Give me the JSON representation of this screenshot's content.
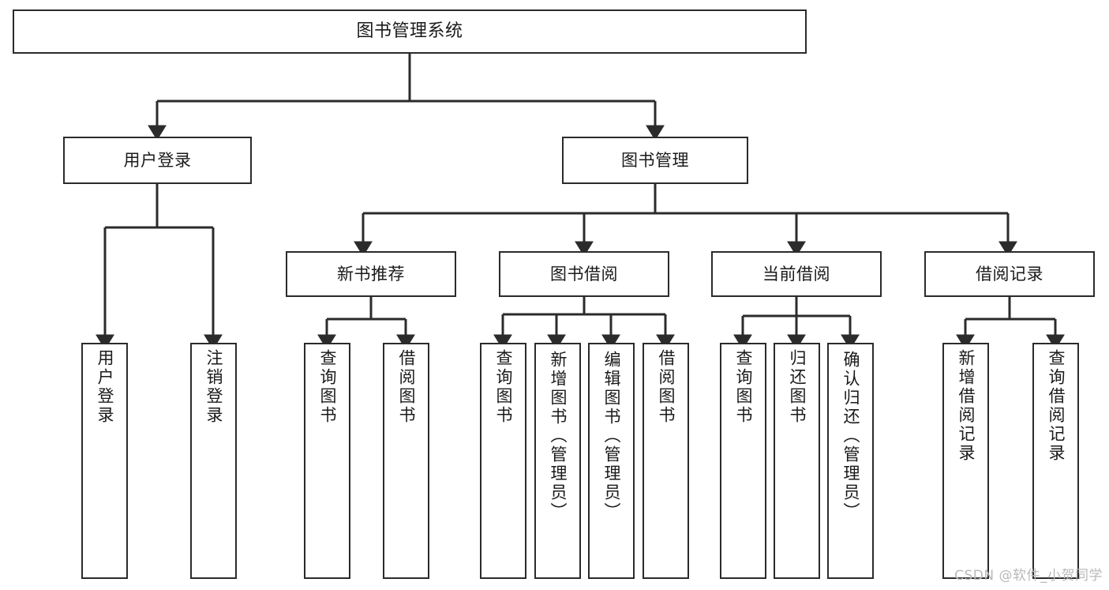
{
  "diagram": {
    "type": "hierarchy-tree",
    "title": "图书管理系统",
    "root": {
      "id": "root",
      "label": "图书管理系统"
    },
    "level1": [
      {
        "id": "user-login",
        "label": "用户登录"
      },
      {
        "id": "book-management",
        "label": "图书管理"
      }
    ],
    "level2": [
      {
        "id": "new-book-recommend",
        "label": "新书推荐",
        "parent": "book-management"
      },
      {
        "id": "book-borrow",
        "label": "图书借阅",
        "parent": "book-management"
      },
      {
        "id": "current-borrow",
        "label": "当前借阅",
        "parent": "book-management"
      },
      {
        "id": "borrow-record",
        "label": "借阅记录",
        "parent": "book-management"
      }
    ],
    "leaves": {
      "user_login": [
        {
          "id": "leaf-user-login",
          "label": "用户登录"
        },
        {
          "id": "leaf-logout-login",
          "label": "注销登录"
        }
      ],
      "new_book_recommend": [
        {
          "id": "leaf-query-book-1",
          "label": "查询图书"
        },
        {
          "id": "leaf-borrow-book-1",
          "label": "借阅图书"
        }
      ],
      "book_borrow": [
        {
          "id": "leaf-query-book-2",
          "label": "查询图书"
        },
        {
          "id": "leaf-add-book",
          "label": "新增图书（管理员）"
        },
        {
          "id": "leaf-edit-book",
          "label": "编辑图书（管理员）"
        },
        {
          "id": "leaf-borrow-book-2",
          "label": "借阅图书"
        }
      ],
      "current_borrow": [
        {
          "id": "leaf-query-book-3",
          "label": "查询图书"
        },
        {
          "id": "leaf-return-book",
          "label": "归还图书"
        },
        {
          "id": "leaf-confirm-return",
          "label": "确认归还（管理员）"
        }
      ],
      "borrow_record": [
        {
          "id": "leaf-add-record",
          "label": "新增借阅记录"
        },
        {
          "id": "leaf-query-record",
          "label": "查询借阅记录"
        }
      ]
    }
  },
  "watermark": {
    "text": "CSDN @软件_小贺同学"
  },
  "colors": {
    "stroke": "#2b2b2b",
    "background": "#ffffff",
    "text": "#1a1a1a",
    "watermark": "#b9b9b9"
  }
}
